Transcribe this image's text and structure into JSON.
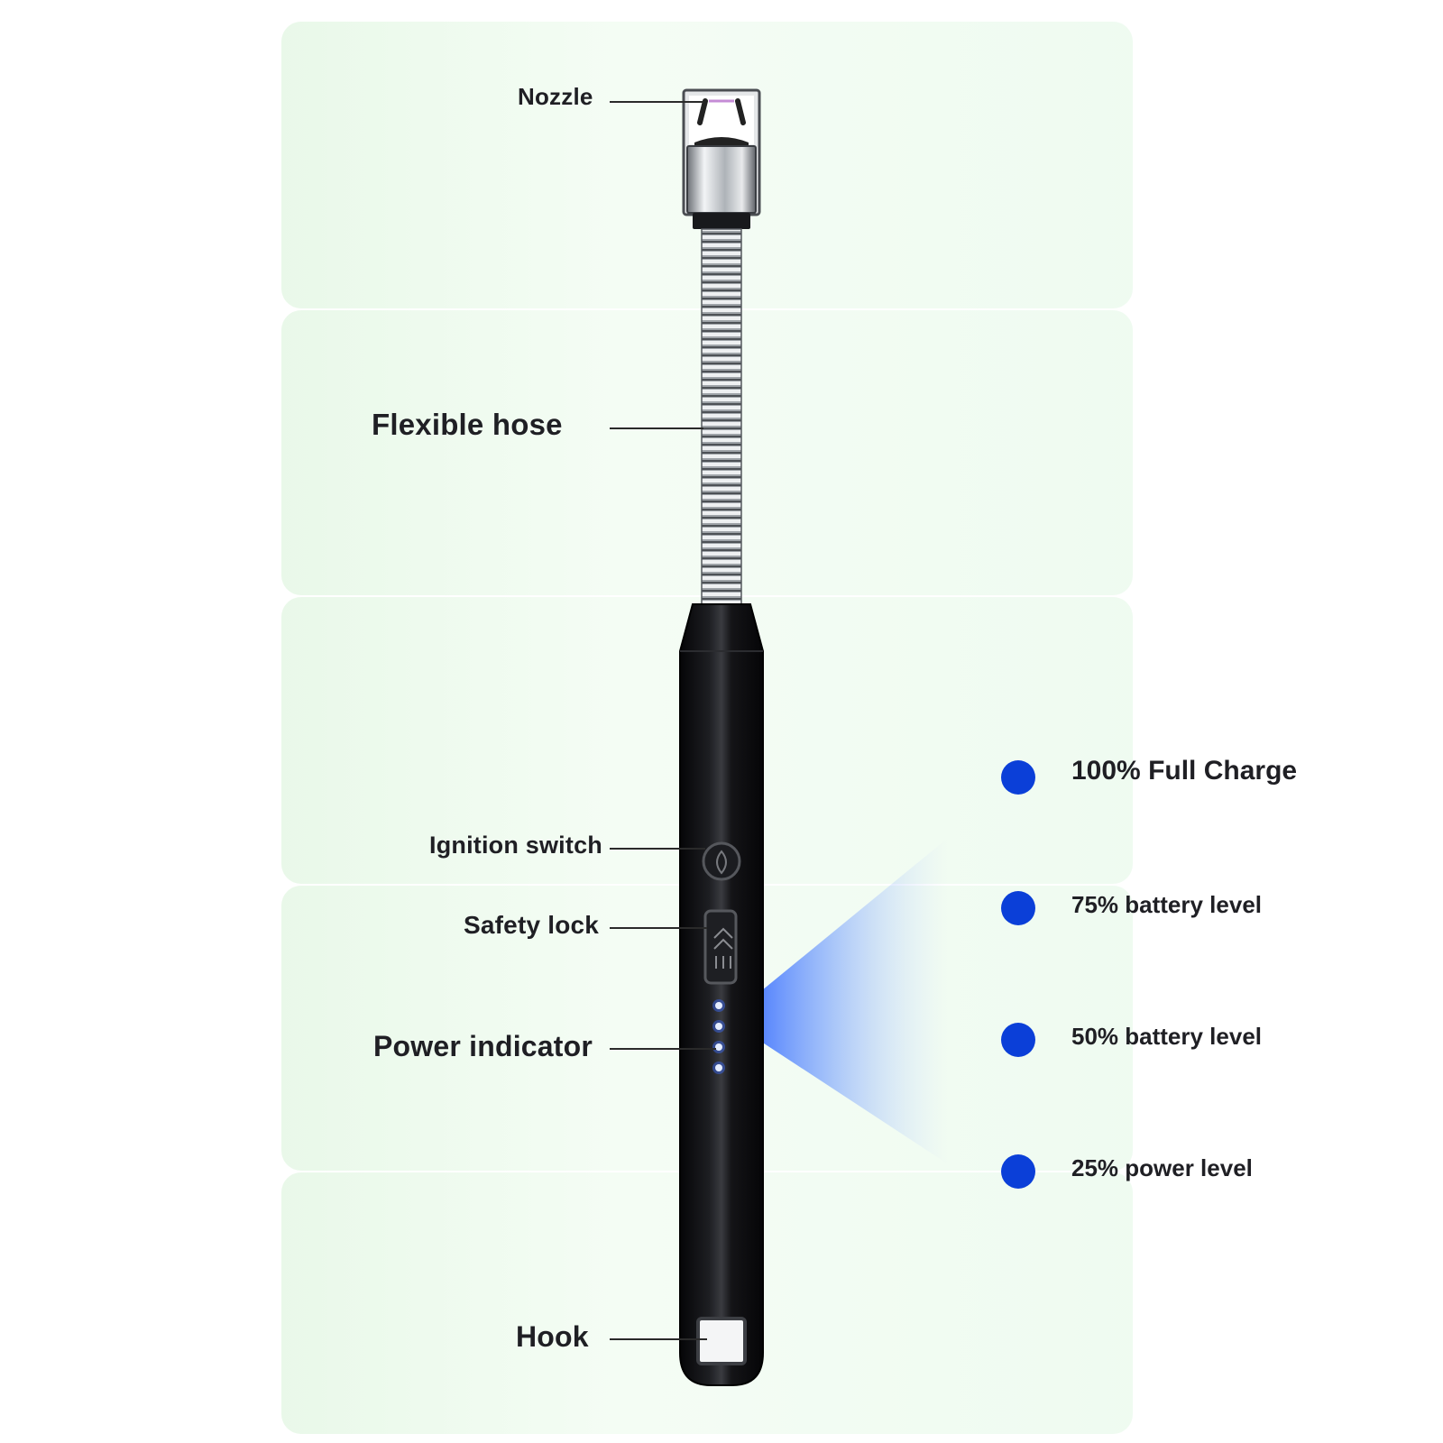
{
  "callouts": {
    "nozzle": "Nozzle",
    "flexible_hose": "Flexible hose",
    "ignition_switch": "Ignition switch",
    "safety_lock": "Safety lock",
    "power_indicator": "Power indicator",
    "hook": "Hook"
  },
  "battery_legend": {
    "items": [
      {
        "label": "100% Full Charge",
        "level_percent": 100
      },
      {
        "label": "75% battery level",
        "level_percent": 75
      },
      {
        "label": "50% battery level",
        "level_percent": 50
      },
      {
        "label": "25% power level",
        "level_percent": 25
      }
    ]
  },
  "colors": {
    "legend_dot": "#0b3fd8",
    "indicator_led": "#3b6cff",
    "body": "#111114",
    "background_tint": "#e9f8ea"
  }
}
